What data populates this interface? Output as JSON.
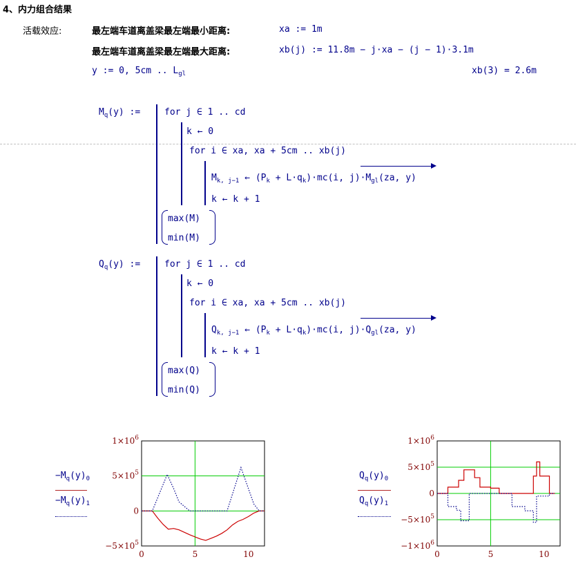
{
  "section_title": "4、内力组合结果",
  "live_load_label": "活载效应:",
  "min_dist_label": "最左端车道离盖梁最左端最小距离:",
  "max_dist_label": "最左端车道离盖梁最左端最大距离:",
  "xa_def": "xa := 1m",
  "xb_def": "xb(j) := 11.8m − j·xa − (j − 1)·3.1m",
  "y_def": "y := 0, 5cm .. L",
  "y_def_sub": "gl",
  "xb3_result": "xb(3) = 2.6m",
  "mq": {
    "lhs": "M",
    "lhs_sub": "q",
    "lhs_arg": "(y) :=",
    "for1": "for  j ∈ 1 ..  cd",
    "k0": "k ← 0",
    "for2": "for  i ∈ xa, xa + 5cm ..  xb(j)",
    "assign_lhs": "M",
    "assign_lhs_sub": "k, j−1",
    "assign_rhs": "← (P",
    "assign_rhs2": " + L·q",
    "assign_rhs3": ")·mc(i, j)·M",
    "assign_rhs4": "(za, y)",
    "k_sub": "k",
    "gl_sub": "gl",
    "inc": "k ← k + 1",
    "max": "max(M)",
    "min": "min(M)"
  },
  "qq": {
    "lhs": "Q",
    "lhs_sub": "q",
    "lhs_arg": "(y) :=",
    "for1": "for  j ∈ 1 ..  cd",
    "k0": "k ← 0",
    "for2": "for  i ∈ xa, xa + 5cm ..  xb(j)",
    "assign_lhs": "Q",
    "assign_lhs_sub": "k, j−1",
    "assign_rhs": "← (P",
    "assign_rhs2": " + L·q",
    "assign_rhs3": ")·mc(i, j)·Q",
    "assign_rhs4": "(za, y)",
    "k_sub": "k",
    "gl_sub": "gl",
    "inc": "k ← k + 1",
    "max": "max(Q)",
    "min": "min(Q)"
  },
  "legend_m": {
    "s0": "−M",
    "s0_sub": "q",
    "s0_arg": "(y)",
    "s0_idx": "0",
    "s1": "−M",
    "s1_sub": "q",
    "s1_arg": "(y)",
    "s1_idx": "1"
  },
  "legend_q": {
    "s0": "Q",
    "s0_sub": "q",
    "s0_arg": "(y)",
    "s0_idx": "0",
    "s1": "Q",
    "s1_sub": "q",
    "s1_arg": "(y)",
    "s1_idx": "1"
  },
  "colors": {
    "series0": "#cc0000",
    "series1": "#00008b",
    "grid": "#00cc00",
    "frame": "#000000"
  },
  "chart_data": [
    {
      "type": "line",
      "xlim": [
        0,
        11.5
      ],
      "ylim": [
        -500000,
        1000000
      ],
      "xticks": [
        "0",
        "5",
        "10"
      ],
      "yticks": [
        "1×10^6",
        "5×10^5",
        "0",
        "−5×10^5"
      ],
      "series": [
        {
          "x": [
            0,
            1.0,
            1.5,
            2.0,
            2.5,
            3.0,
            3.5,
            4.5,
            5.5,
            6.0,
            6.5,
            7.0,
            7.5,
            8.0,
            8.5,
            9.0,
            9.5,
            10.0,
            10.5,
            11.0,
            11.5
          ],
          "y": [
            0,
            0,
            -100000,
            -190000,
            -260000,
            -250000,
            -270000,
            -340000,
            -400000,
            -420000,
            -390000,
            -360000,
            -320000,
            -270000,
            -200000,
            -150000,
            -120000,
            -80000,
            -30000,
            0,
            0
          ]
        },
        {
          "x": [
            0,
            1.0,
            2.4,
            3.0,
            3.5,
            4.5,
            5.5,
            6.5,
            7.5,
            8.0,
            9.3,
            10.5,
            11.0,
            11.5
          ],
          "y": [
            0,
            0,
            520000,
            320000,
            130000,
            0,
            0,
            0,
            0,
            0,
            620000,
            100000,
            0,
            0
          ]
        }
      ]
    },
    {
      "type": "line",
      "xlim": [
        0,
        11.5
      ],
      "ylim": [
        -1000000,
        1000000
      ],
      "xticks": [
        "0",
        "5",
        "10"
      ],
      "yticks": [
        "1×10^6",
        "5×10^5",
        "0",
        "−5×10^5",
        "−1×10^6"
      ],
      "series": [
        {
          "x": [
            0,
            1.0,
            1.0,
            2.0,
            2.0,
            2.5,
            2.5,
            3.5,
            3.5,
            4.0,
            4.0,
            5.0,
            5.0,
            5.8,
            5.8,
            9.0,
            9.0,
            9.3,
            9.3,
            9.6,
            9.6,
            10.5,
            10.5,
            11.0
          ],
          "y": [
            0,
            0,
            120000,
            120000,
            250000,
            250000,
            450000,
            450000,
            300000,
            300000,
            120000,
            120000,
            100000,
            100000,
            0,
            0,
            330000,
            330000,
            600000,
            600000,
            330000,
            330000,
            0,
            0
          ]
        },
        {
          "x": [
            0,
            1.0,
            1.0,
            1.8,
            1.8,
            2.2,
            2.2,
            3.0,
            3.0,
            5.0,
            5.0,
            7.0,
            7.0,
            8.2,
            8.2,
            9.0,
            9.0,
            9.3,
            9.3,
            10.5,
            10.5,
            11.0
          ],
          "y": [
            0,
            0,
            -250000,
            -250000,
            -320000,
            -320000,
            -520000,
            -520000,
            0,
            0,
            0,
            0,
            -250000,
            -250000,
            -330000,
            -330000,
            -550000,
            -550000,
            -50000,
            -50000,
            0,
            0
          ]
        }
      ]
    }
  ]
}
